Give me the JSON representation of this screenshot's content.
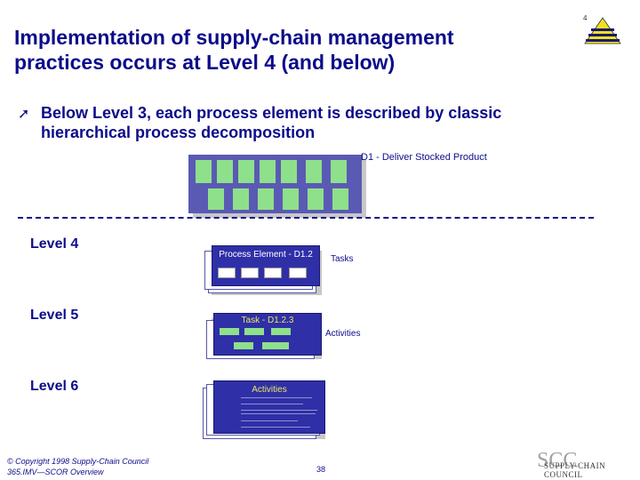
{
  "slide": {
    "number": "4",
    "title_line1": "Implementation of supply-chain management",
    "title_line2": "practices occurs at Level 4 (and below)",
    "bullet_line1": "Below Level 3, each process element is described by classic",
    "bullet_line2": "hierarchical process decomposition",
    "page_number": "38"
  },
  "levels": {
    "level4": "Level 4",
    "level5": "Level 5",
    "level6": "Level 6"
  },
  "diagram": {
    "d1_title": "D1 - Deliver Stocked Product",
    "process_element_title": "Process Element - D1.2",
    "process_element_callout": "Tasks",
    "task_title": "Task - D1.2.3",
    "task_callout": "Activities",
    "activities_title": "Activities",
    "colors": {
      "panel": "#2f2fa8",
      "mini": "#8fe08a",
      "title": "#0c0c8a"
    }
  },
  "footer": {
    "copyright": "© Copyright 1998 Supply-Chain Council",
    "doc": "365.IMV—SCOR Overview",
    "logo": "SUPPLY-CHAIN COUNCIL"
  }
}
